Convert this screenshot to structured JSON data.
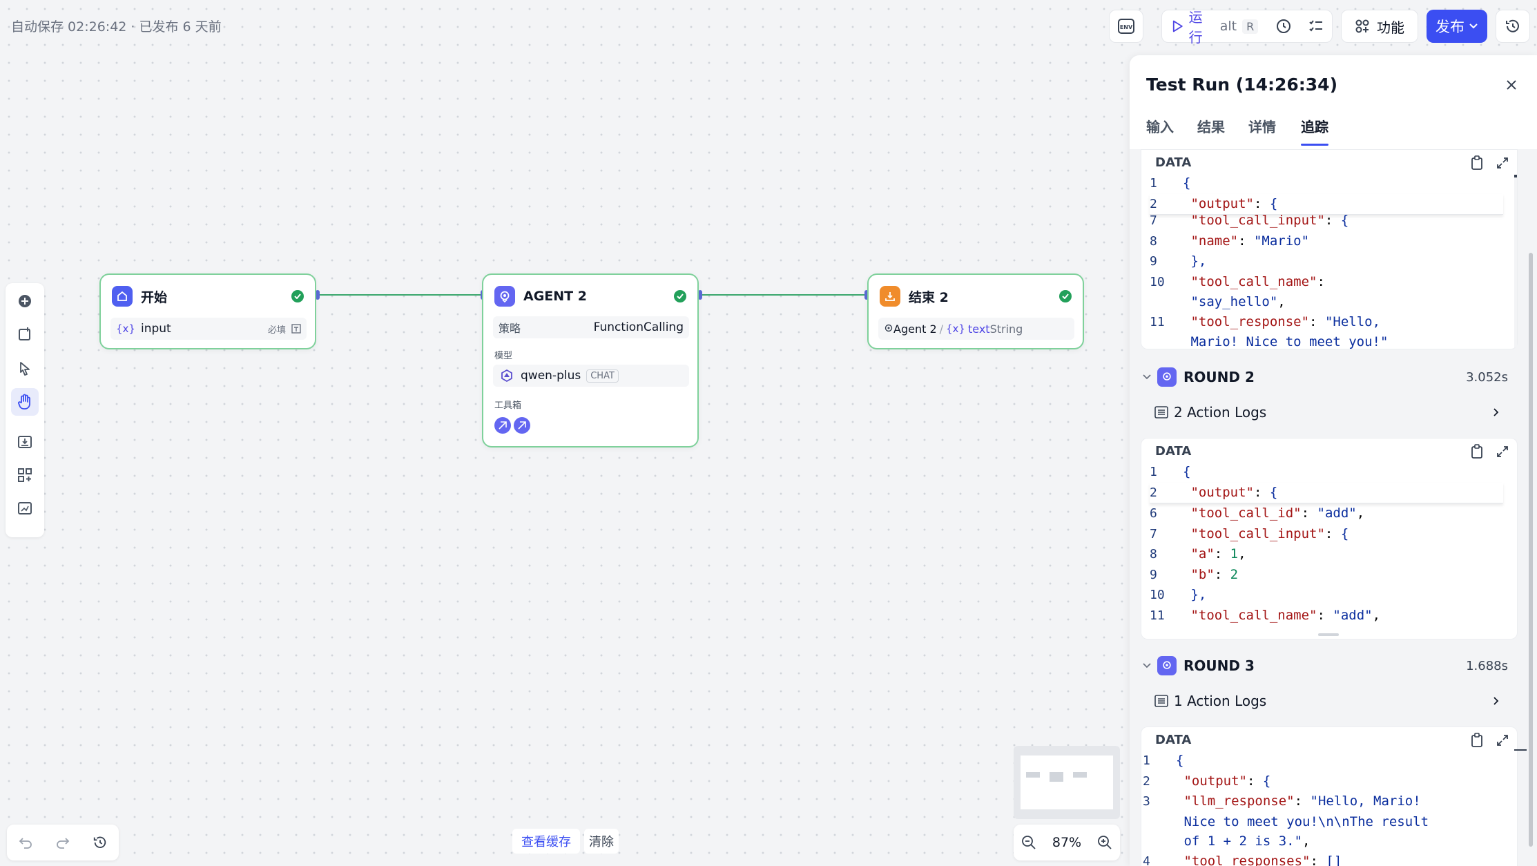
{
  "topbar": {
    "autosave": "自动保存 02:26:42 · 已发布 6 天前",
    "env_label": "ENV",
    "run_label": "运行",
    "run_shortcut_mod": "alt",
    "run_shortcut_key": "R",
    "features_label": "功能",
    "publish_label": "发布"
  },
  "nodes": {
    "start": {
      "title": "开始",
      "var_prefix": "{x}",
      "var_name": "input",
      "required": "必填"
    },
    "agent": {
      "title": "AGENT 2",
      "strategy_label": "策略",
      "strategy_value": "FunctionCalling",
      "model_label": "模型",
      "model_name": "qwen-plus",
      "model_badge": "CHAT",
      "tools_label": "工具箱"
    },
    "end": {
      "title": "结束 2",
      "ref_node": "Agent 2",
      "ref_sep": "/",
      "var_prefix": "{x}",
      "ref_var": "text",
      "ref_type": "String"
    }
  },
  "bottom": {
    "view_cache": "查看缓存",
    "clear": "清除",
    "zoom": "87%"
  },
  "panel": {
    "title": "Test Run (14:26:34)",
    "tabs": [
      "输入",
      "结果",
      "详情",
      "追踪"
    ],
    "active_tab": "追踪",
    "data_label": "DATA",
    "rounds": [
      {
        "label": "ROUND 2",
        "time": "3.052s",
        "action_logs": "2 Action Logs"
      },
      {
        "label": "ROUND 3",
        "time": "1.688s",
        "action_logs": "1 Action Logs"
      }
    ]
  },
  "colors": {
    "accent": "#3b4ef2",
    "success": "#22a05a",
    "edge": "#3aa76d",
    "end_node": "#f08c2b"
  }
}
